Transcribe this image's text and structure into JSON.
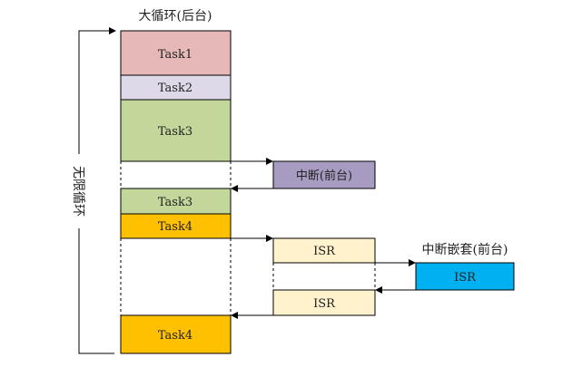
{
  "diagram": {
    "background_label": "大循环(后台)",
    "loop_label": "无限循环",
    "interrupt_label": "中断(前台)",
    "nested_label": "中断嵌套(前台)",
    "tasks": [
      {
        "label": "Task1",
        "color": "#e6b8b7"
      },
      {
        "label": "Task2",
        "color": "#ddd9e8"
      },
      {
        "label": "Task3",
        "color": "#c4d79b"
      },
      {
        "label": "Task3",
        "color": "#c4d79b"
      },
      {
        "label": "Task4",
        "color": "#ffc000"
      },
      {
        "label": "Task4",
        "color": "#ffc000"
      }
    ],
    "interrupt_color": "#a79bc1",
    "isr": [
      {
        "label": "ISR",
        "color": "#fff2cc"
      },
      {
        "label": "ISR",
        "color": "#fff2cc"
      }
    ],
    "nested_isr": {
      "label": "ISR",
      "color": "#00b0f0"
    }
  }
}
